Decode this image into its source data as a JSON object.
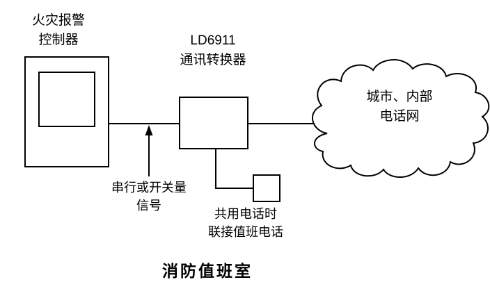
{
  "diagram": {
    "labels": {
      "controller": {
        "line1": "火灾报警",
        "line2": "控制器"
      },
      "converter": {
        "line1": "LD6911",
        "line2": "通讯转换器"
      },
      "cloud": {
        "line1": "城市、内部",
        "line2": "电话网"
      },
      "signal": {
        "line1": "串行或开关量",
        "line2": "信号"
      },
      "duty_phone": {
        "line1": "共用电话时",
        "line2": "联接值班电话"
      },
      "title": "消防值班室"
    },
    "colors": {
      "line": "#000000",
      "background": "#ffffff",
      "text": "#000000"
    }
  }
}
